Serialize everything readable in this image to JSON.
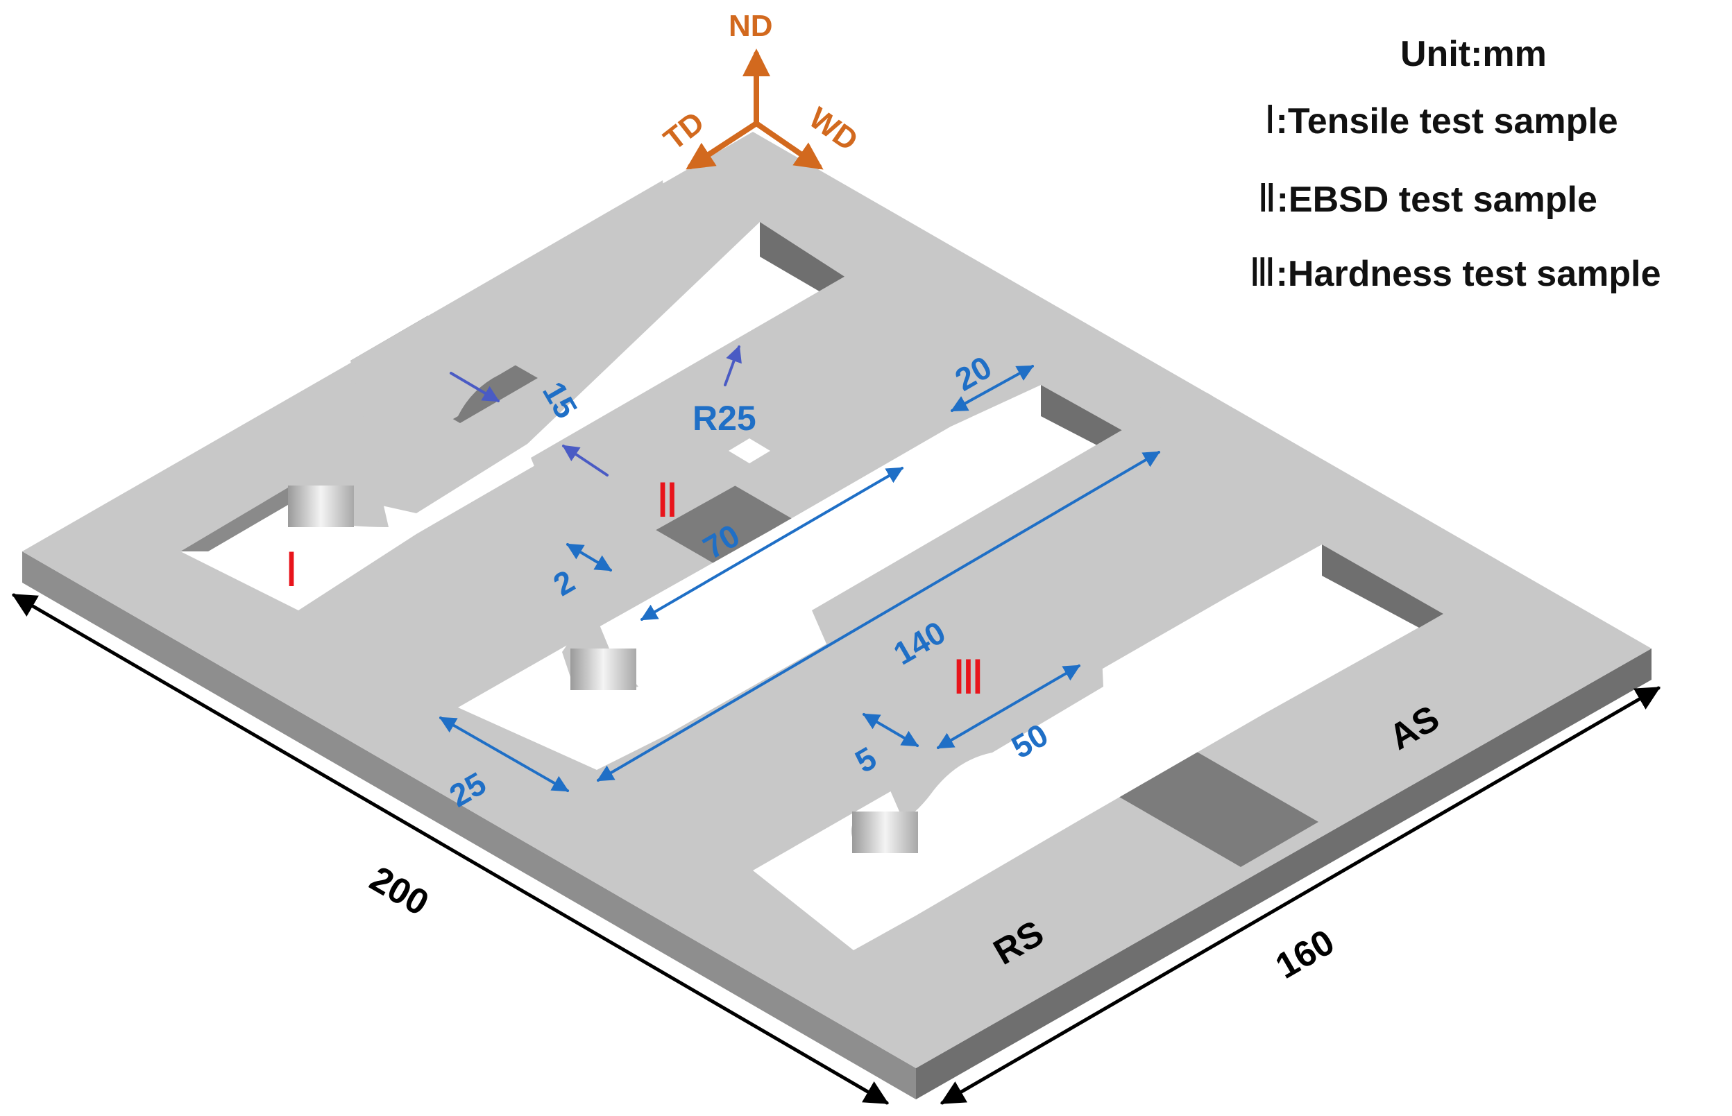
{
  "axes": {
    "nd": "ND",
    "td": "TD",
    "wd": "WD"
  },
  "legend": {
    "unit": "Unit:mm",
    "items": [
      {
        "numeral": "Ⅰ",
        "text": ":Tensile test sample"
      },
      {
        "numeral": "Ⅱ",
        "text": ":EBSD test sample"
      },
      {
        "numeral": "Ⅲ",
        "text": ":Hardness test sample"
      }
    ]
  },
  "sample_labels": {
    "s1": "Ⅰ",
    "s2": "Ⅱ",
    "s3": "Ⅲ"
  },
  "dimensions": {
    "width_200": "200",
    "depth_160": "160",
    "d15": "15",
    "r25": "R25",
    "d20": "20",
    "d70": "70",
    "d2": "2",
    "d140": "140",
    "d25": "25",
    "d5": "5",
    "d50": "50"
  },
  "sides": {
    "as": "AS",
    "rs": "RS"
  },
  "colors": {
    "plate_top": "#c8c8c8",
    "plate_side": "#8c8c8c",
    "weld_zone": "#7a7a7a",
    "cutout": "#ffffff",
    "wall": "#6e6e6e",
    "dimension": "#1f6fc6",
    "axis": "#d2691e",
    "sample_numeral": "#e8141b"
  }
}
